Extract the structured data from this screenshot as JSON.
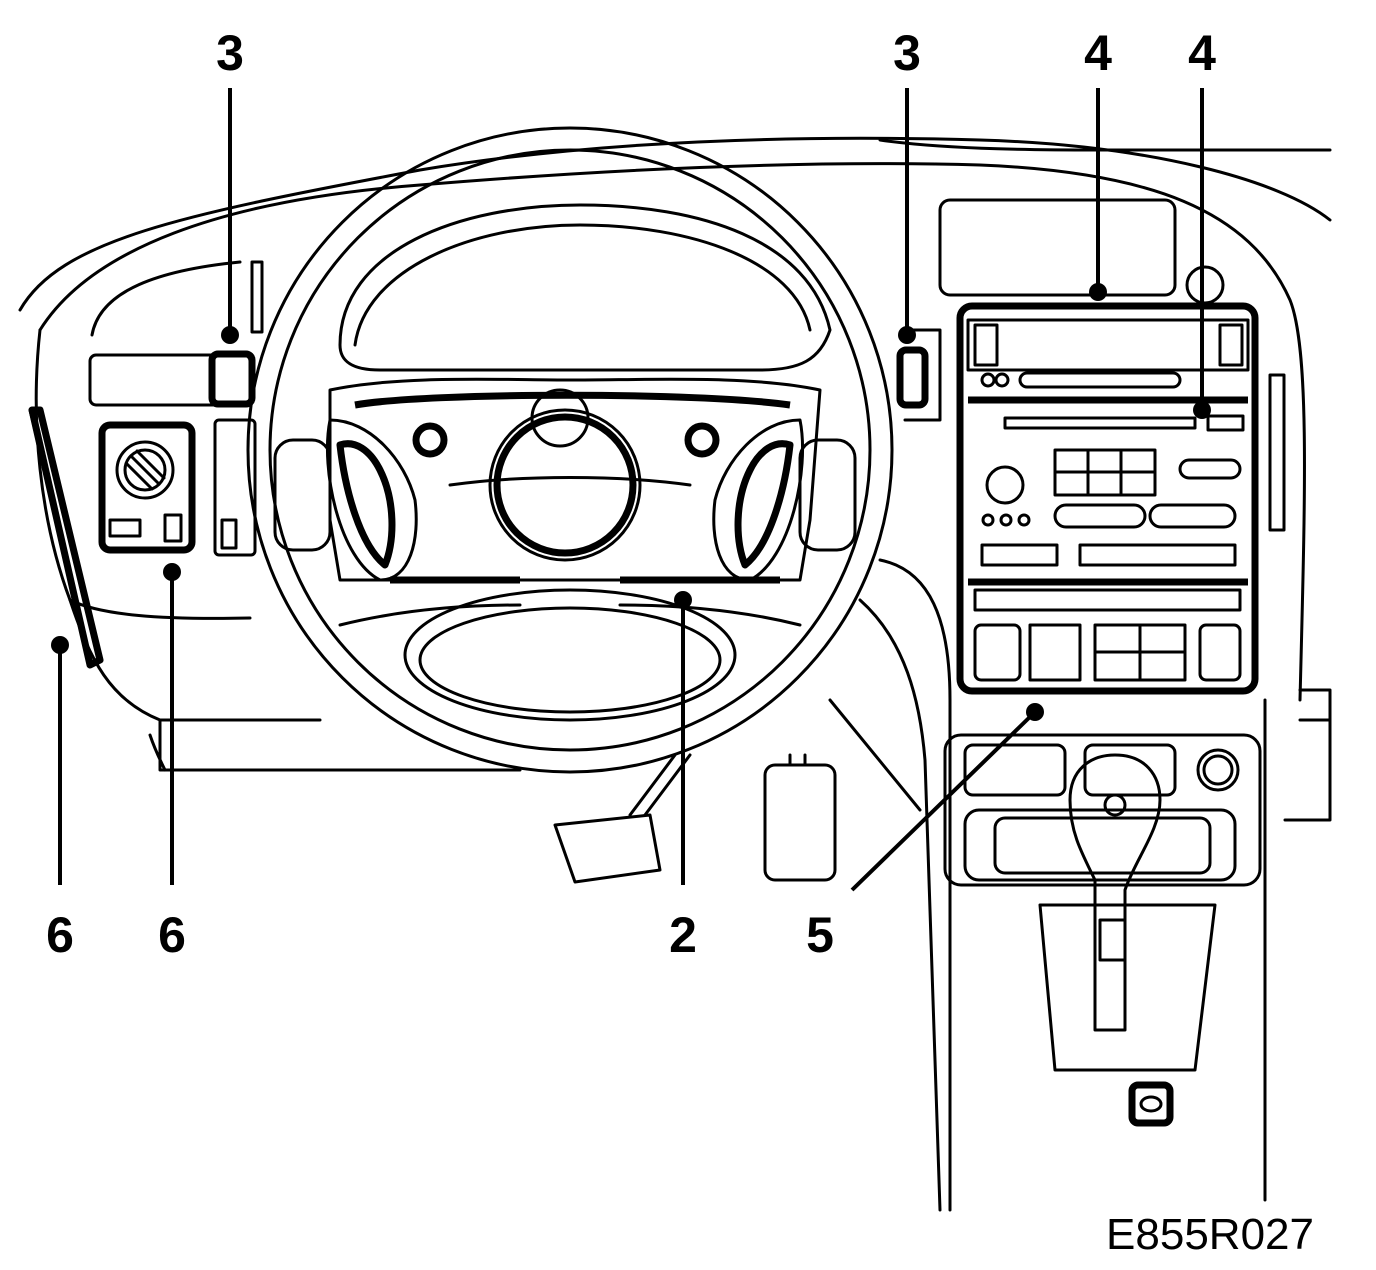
{
  "callouts": [
    {
      "id": "3a",
      "label": "3"
    },
    {
      "id": "3b",
      "label": "3"
    },
    {
      "id": "4a",
      "label": "4"
    },
    {
      "id": "4b",
      "label": "4"
    },
    {
      "id": "6a",
      "label": "6"
    },
    {
      "id": "6b",
      "label": "6"
    },
    {
      "id": "2",
      "label": "2"
    },
    {
      "id": "5",
      "label": "5"
    }
  ],
  "figure_code": "E855R027"
}
